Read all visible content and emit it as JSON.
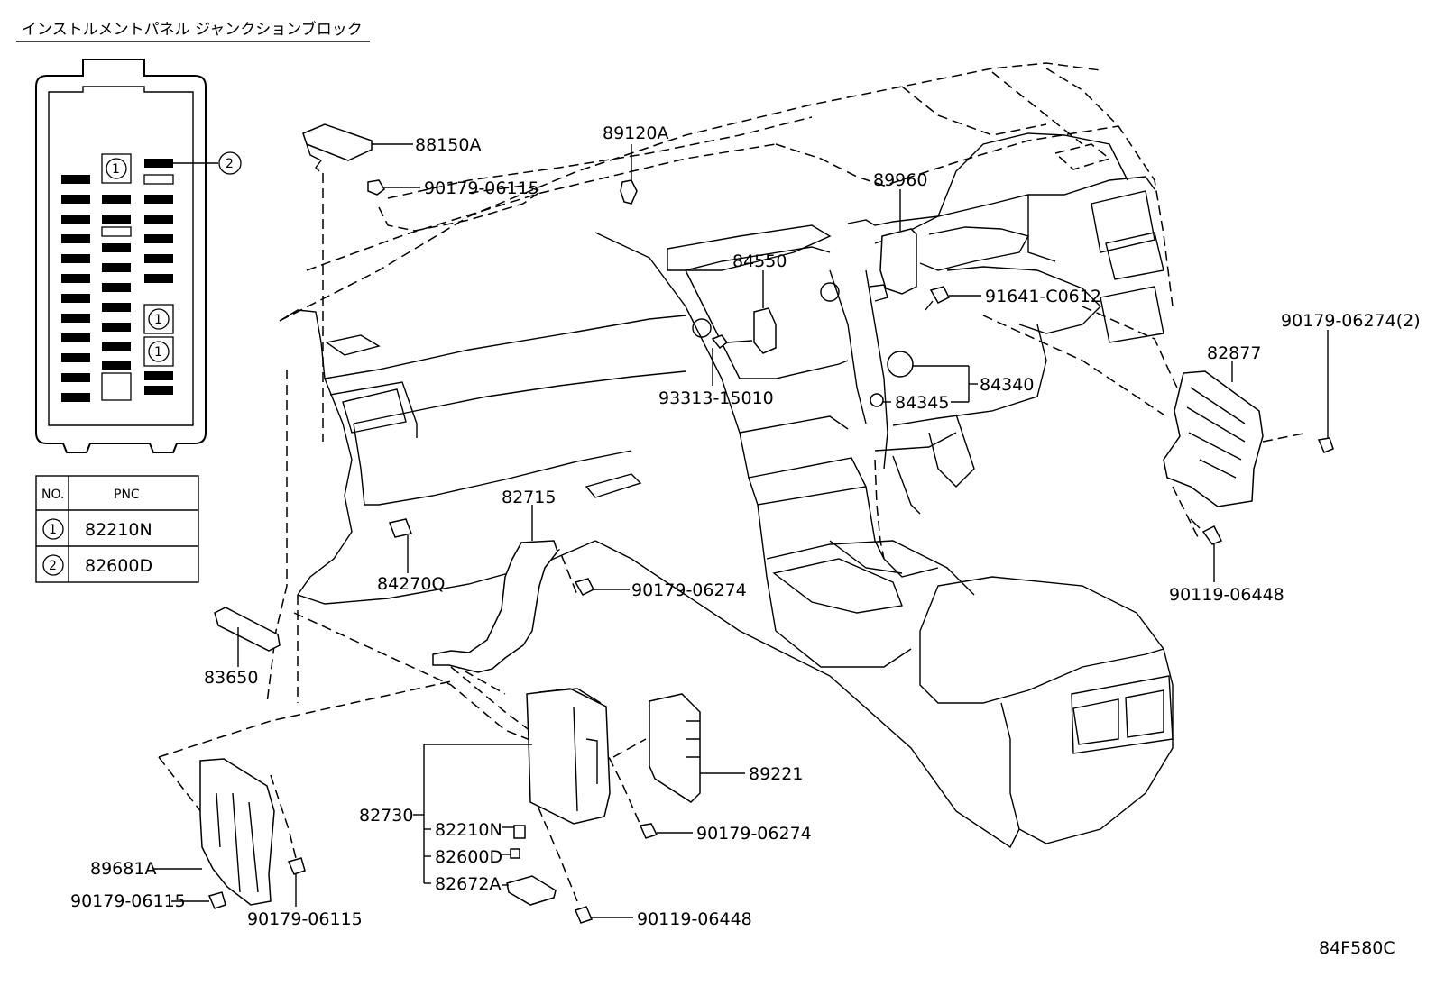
{
  "diagram": {
    "title": "インストルメントパネル ジャンクションブロック",
    "drawing_code": "84F580C",
    "fuse_box": {
      "callout_2": "2",
      "callout_1": "1"
    },
    "pnc_table": {
      "header_no": "NO.",
      "header_pnc": "PNC",
      "rows": [
        {
          "no": "1",
          "pnc": "82210N"
        },
        {
          "no": "2",
          "pnc": "82600D"
        }
      ]
    },
    "parts": {
      "p88150A": "88150A",
      "p90179_06115_a": "90179-06115",
      "p89120A": "89120A",
      "p89960": "89960",
      "p84550": "84550",
      "p91641_C0612": "91641-C0612",
      "p90179_06274_2": "90179-06274(2)",
      "p82877": "82877",
      "p93313_15010": "93313-15010",
      "p84340": "84340",
      "p84345": "84345",
      "p82715": "82715",
      "p84270Q": "84270Q",
      "p90179_06274_a": "90179-06274",
      "p90119_06448_a": "90119-06448",
      "p83650": "83650",
      "p89221": "89221",
      "p82730": "82730",
      "p82210N": "82210N",
      "p82600D": "82600D",
      "p82672A": "82672A",
      "p90179_06274_b": "90179-06274",
      "p89681A": "89681A",
      "p90179_06115_b": "90179-06115",
      "p90179_06115_c": "90179-06115",
      "p90119_06448_b": "90119-06448"
    }
  }
}
